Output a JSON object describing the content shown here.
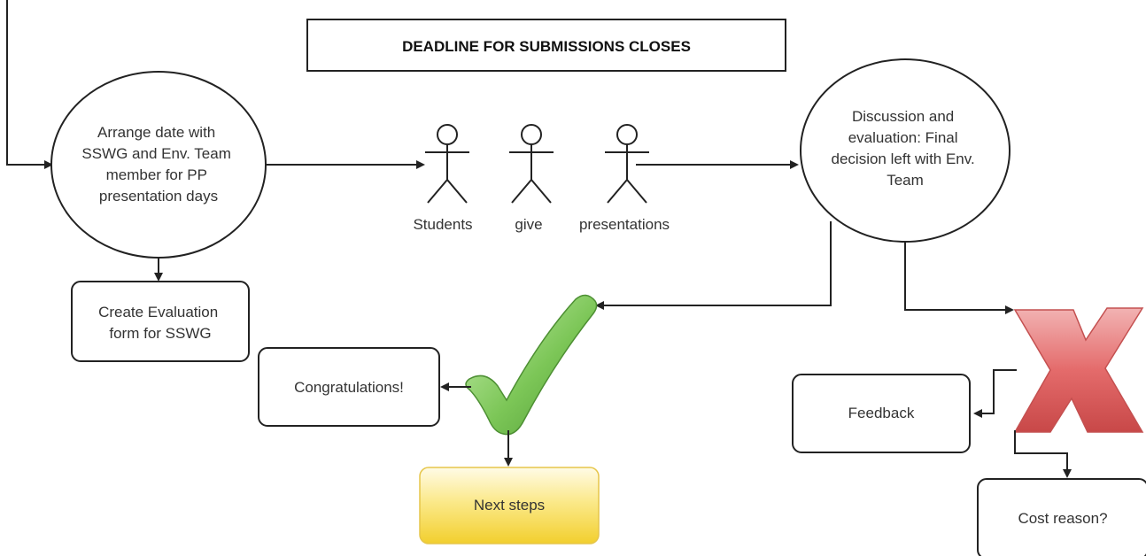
{
  "title": "DEADLINE FOR SUBMISSIONS CLOSES",
  "nodes": {
    "arrange": [
      "Arrange date with",
      "SSWG and Env. Team",
      "member for PP",
      "presentation days"
    ],
    "evaluation_form": [
      "Create Evaluation",
      "form for SSWG"
    ],
    "actors": [
      "Students",
      "give",
      "presentations"
    ],
    "discussion": [
      "Discussion and",
      "evaluation: Final",
      "decision left with Env.",
      "Team"
    ],
    "congrats": "Congratulations!",
    "next_steps": "Next steps",
    "feedback": "Feedback",
    "cost": "Cost reason?"
  },
  "icons": {
    "approve": "checkmark-icon",
    "reject": "cross-icon"
  },
  "colors": {
    "check": "#6fb84a",
    "cross": "#e05a5a",
    "next_steps": "#f5d33a"
  }
}
